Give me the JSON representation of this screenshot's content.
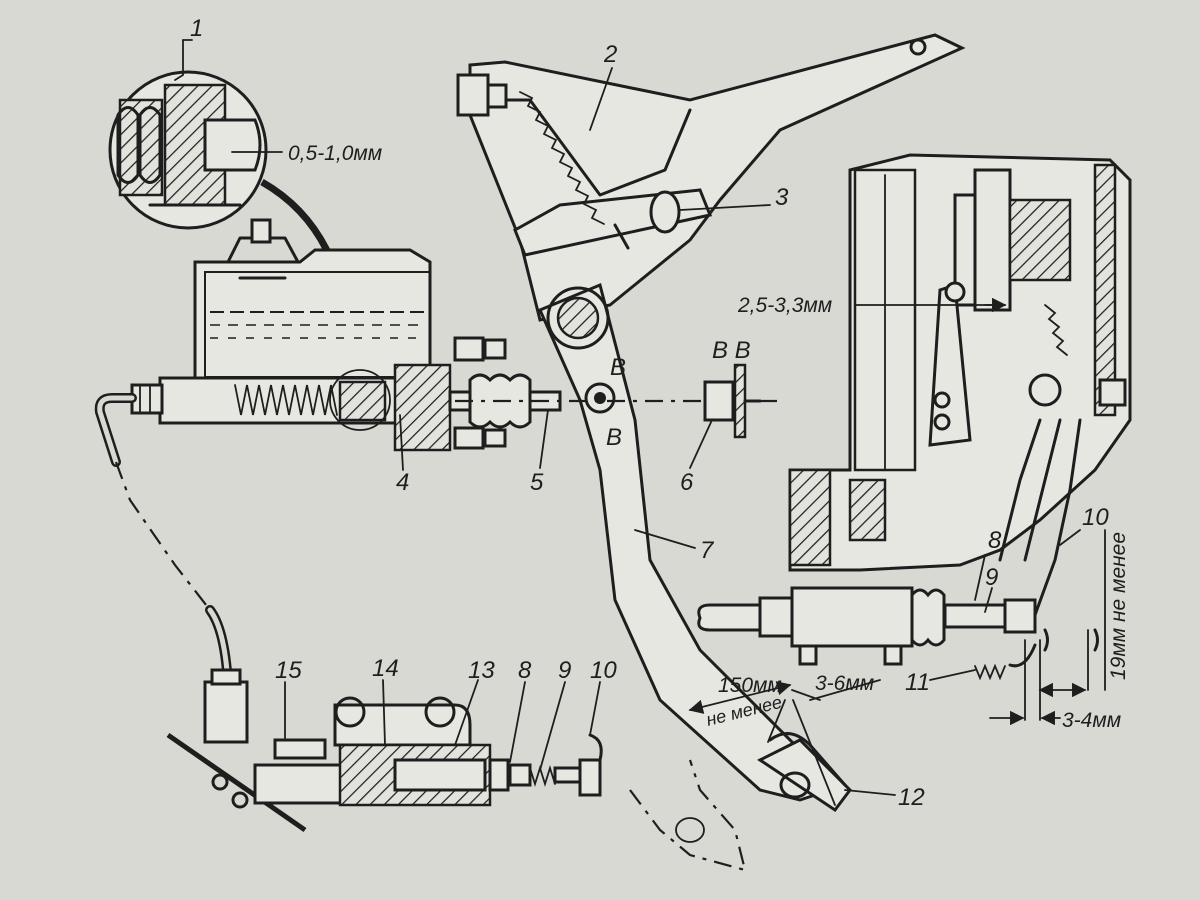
{
  "callouts": {
    "c1": "1",
    "c2": "2",
    "c3": "3",
    "c4": "4",
    "c5": "5",
    "c6": "6",
    "c7": "7",
    "c8_right": "8",
    "c9_right": "9",
    "c10_right": "10",
    "c11": "11",
    "c12": "12",
    "c8_bottom": "8",
    "c9_bottom": "9",
    "c10_bottom": "10",
    "c13": "13",
    "c14": "14",
    "c15": "15"
  },
  "section_marks": {
    "b_top": "B",
    "b_bottom": "B",
    "b_view": "B B"
  },
  "dimensions": {
    "gap_valve": "0,5-1,0мм",
    "gap_lever": "2,5-3,3мм",
    "pedal_travel": "150мм",
    "pedal_travel_note": "не менее",
    "free_play": "3-6мм",
    "rod_gap": "3-4мм",
    "release_stroke": "19мм не менее"
  },
  "colors": {
    "paper": "#d9d9d4",
    "ink": "#1e1e1e"
  }
}
